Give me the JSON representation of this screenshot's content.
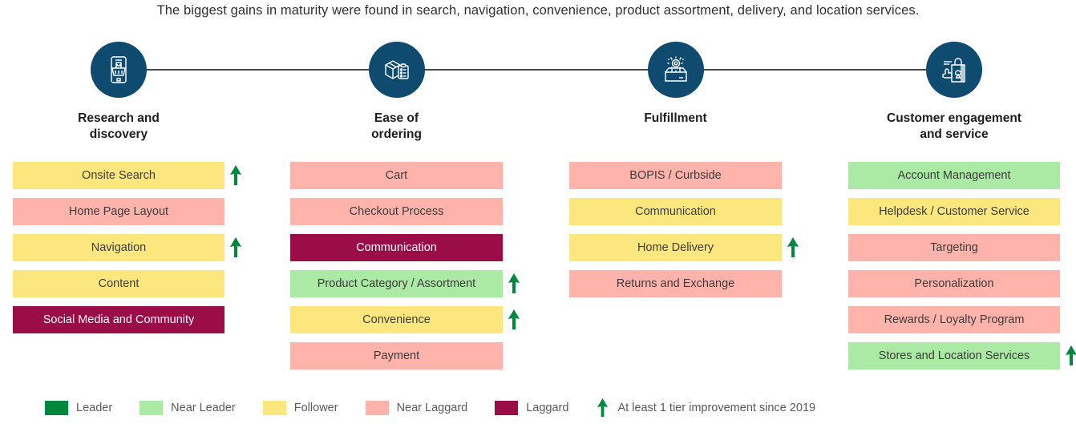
{
  "headline": "The biggest gains in maturity were found in search, navigation, convenience, product assortment, delivery, and location services.",
  "colors": {
    "circle": "#0f4b6e",
    "rail": "#4a4a4a",
    "leader": "#00873e",
    "near_leader": "#aaeaa5",
    "follower": "#fce77f",
    "near_laggard": "#ffb3ab",
    "laggard": "#9b0d47",
    "arrow": "#00873e",
    "text_dark": "#3c3c3c",
    "text_light": "#ffffff"
  },
  "columns": [
    {
      "icon": "mobile-shopping-basket-icon",
      "title": "Research and\ndiscovery",
      "title_lines": [
        "Research and",
        "discovery"
      ],
      "items": [
        {
          "label": "Onsite Search",
          "tier": "Follower",
          "improved": true
        },
        {
          "label": "Home Page Layout",
          "tier": "Near Laggard",
          "improved": false
        },
        {
          "label": "Navigation",
          "tier": "Follower",
          "improved": true
        },
        {
          "label": "Content",
          "tier": "Follower",
          "improved": false
        },
        {
          "label": "Social Media and Community",
          "tier": "Laggard",
          "improved": false
        }
      ]
    },
    {
      "icon": "box-clipboard-icon",
      "title": "Ease of\nordering",
      "title_lines": [
        "Ease of",
        "ordering"
      ],
      "items": [
        {
          "label": "Cart",
          "tier": "Near Laggard",
          "improved": false
        },
        {
          "label": "Checkout Process",
          "tier": "Near Laggard",
          "improved": false
        },
        {
          "label": "Communication",
          "tier": "Laggard",
          "improved": false
        },
        {
          "label": "Product Category / Assortment",
          "tier": "Near Leader",
          "improved": true
        },
        {
          "label": "Convenience",
          "tier": "Follower",
          "improved": true
        },
        {
          "label": "Payment",
          "tier": "Near Laggard",
          "improved": false
        }
      ]
    },
    {
      "icon": "open-box-gear-icon",
      "title": "Fulfillment",
      "title_lines": [
        "Fulfillment"
      ],
      "items": [
        {
          "label": "BOPIS / Curbside",
          "tier": "Near Laggard",
          "improved": false
        },
        {
          "label": "Communication",
          "tier": "Follower",
          "improved": false
        },
        {
          "label": "Home Delivery",
          "tier": "Follower",
          "improved": true
        },
        {
          "label": "Returns and Exchange",
          "tier": "Near Laggard",
          "improved": false
        }
      ]
    },
    {
      "icon": "shopping-bag-heart-icon",
      "title": "Customer engagement\nand service",
      "title_lines": [
        "Customer engagement",
        "and service"
      ],
      "items": [
        {
          "label": "Account Management",
          "tier": "Near Leader",
          "improved": false
        },
        {
          "label": "Helpdesk / Customer Service",
          "tier": "Follower",
          "improved": false
        },
        {
          "label": "Targeting",
          "tier": "Near Laggard",
          "improved": false
        },
        {
          "label": "Personalization",
          "tier": "Near Laggard",
          "improved": false
        },
        {
          "label": "Rewards / Loyalty Program",
          "tier": "Near Laggard",
          "improved": false
        },
        {
          "label": "Stores and Location Services",
          "tier": "Near Leader",
          "improved": true
        }
      ]
    }
  ],
  "legend": {
    "swatches": [
      {
        "label": "Leader",
        "color": "#00873e"
      },
      {
        "label": "Near Leader",
        "color": "#aaeaa5"
      },
      {
        "label": "Follower",
        "color": "#fce77f"
      },
      {
        "label": "Near Laggard",
        "color": "#ffb3ab"
      },
      {
        "label": "Laggard",
        "color": "#9b0d47"
      }
    ],
    "arrow_label": "At least 1 tier improvement since 2019"
  }
}
